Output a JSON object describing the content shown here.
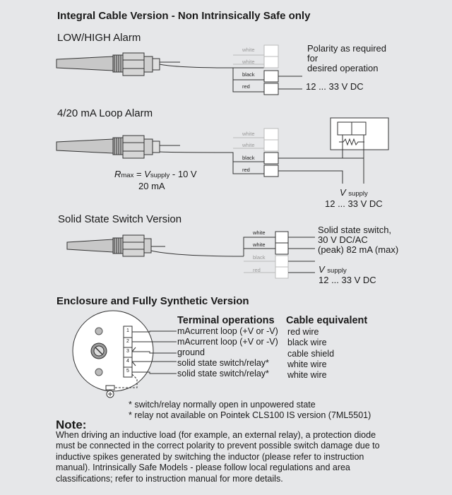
{
  "title": "Integral Cable Version - Non Intrinsically Safe only",
  "low_high": {
    "heading": "LOW/HIGH Alarm",
    "wires": [
      "white",
      "white",
      "black",
      "red"
    ],
    "polarity_line1": "Polarity as required",
    "polarity_line2": "for",
    "polarity_line3": "desired operation",
    "voltage": "12 ... 33 V DC"
  },
  "loop_alarm": {
    "heading": "4/20 mA Loop Alarm",
    "wires": [
      "white",
      "white",
      "black",
      "red"
    ],
    "formula_r": "R",
    "formula_max": "max",
    "formula_eq": " = ",
    "formula_v": "V",
    "formula_supply": "supply",
    "formula_rest": " - 10 V",
    "formula_denominator": "20 mA",
    "v_label": "V",
    "v_sub": "supply",
    "voltage": "12 ... 33 V DC"
  },
  "solid_state": {
    "heading": "Solid State Switch Version",
    "wires": [
      "white",
      "white",
      "black",
      "red"
    ],
    "desc_line1": "Solid state switch,",
    "desc_line2": "30 V DC/AC",
    "desc_line3": "(peak) 82 mA (max)",
    "v_label": "V",
    "v_sub": "supply",
    "voltage": "12 ... 33 V DC"
  },
  "enclosure": {
    "heading": "Enclosure and Fully Synthetic Version",
    "col_terminal": "Terminal operations",
    "col_cable": "Cable equivalent",
    "terminal_numbers": [
      "1",
      "2",
      "3",
      "4",
      "5"
    ],
    "operations": [
      "mAcurrent loop (+V or -V)",
      "mAcurrent loop (+V or -V)",
      "ground",
      "solid state switch/relay*",
      "solid state switch/relay*"
    ],
    "cables": [
      "red wire",
      "black wire",
      "cable shield",
      "white wire",
      "white wire"
    ],
    "footnote1": "* switch/relay normally open in unpowered state",
    "footnote2": "* relay not available on Pointek CLS100 IS version (7ML5501)"
  },
  "note": {
    "title": "Note:",
    "body": "When driving an inductive load (for example, an external relay), a protection diode must be connected in the correct polarity to prevent possible switch damage due to inductive spikes generated by switching the inductor (please refer to instruction manual). Intrinsically Safe Models - please follow local regulations and area classifications; refer to instruction manual for more details."
  }
}
